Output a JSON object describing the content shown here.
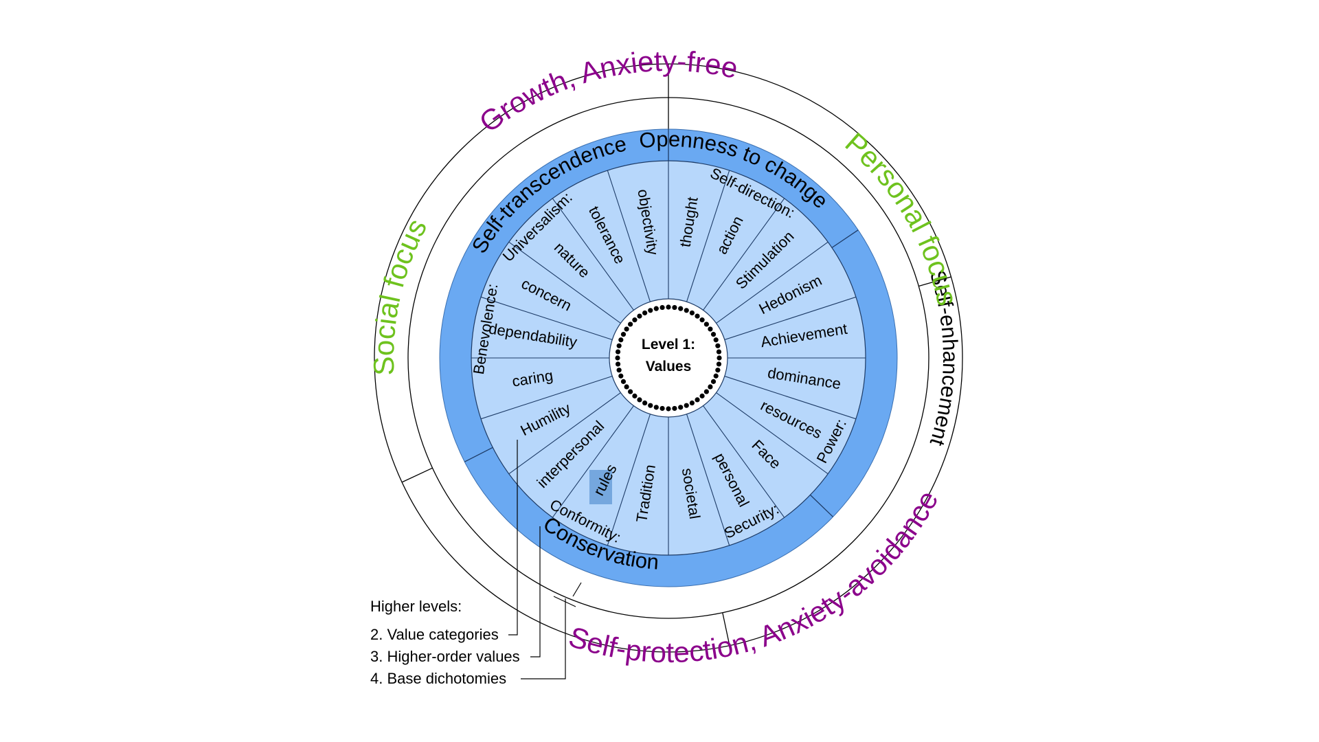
{
  "colors": {
    "dichotomy": "#8b008b",
    "focus": "#6ec21e",
    "category_ring": "#6aa9f2",
    "value_ring": "#b7d7fb",
    "center": "#ffffff",
    "highlight": "#6a9fd8"
  },
  "center": {
    "line1": "Level 1:",
    "line2": "Values"
  },
  "values": [
    {
      "label": "thought"
    },
    {
      "label": "action"
    },
    {
      "label": "Stimulation"
    },
    {
      "label": "Hedonism"
    },
    {
      "label": "Achievement"
    },
    {
      "label": "dominance"
    },
    {
      "label": "resources"
    },
    {
      "label": "Face"
    },
    {
      "label": "personal"
    },
    {
      "label": "societal"
    },
    {
      "label": "Tradition"
    },
    {
      "label": "rules"
    },
    {
      "label": "interpersonal"
    },
    {
      "label": "Humility"
    },
    {
      "label": "caring"
    },
    {
      "label": "dependability"
    },
    {
      "label": "concern"
    },
    {
      "label": "nature"
    },
    {
      "label": "tolerance"
    },
    {
      "label": "objectivity"
    }
  ],
  "group_labels": [
    {
      "label": "Self-direction:"
    },
    {
      "label": "Power:"
    },
    {
      "label": "Security:"
    },
    {
      "label": "Conformity:"
    },
    {
      "label": "Benevolence:"
    },
    {
      "label": "Universalism:"
    }
  ],
  "categories": [
    {
      "label": "Openness to change"
    },
    {
      "label": "Self-enhancement"
    },
    {
      "label": "Conservation"
    },
    {
      "label": "Self-transcendence"
    }
  ],
  "focus": [
    {
      "label": "Personal focus"
    },
    {
      "label": "Social focus"
    }
  ],
  "dichotomies": [
    {
      "label": "Growth, Anxiety-free"
    },
    {
      "label": "Self-protection, Anxiety-avoidance"
    }
  ],
  "legend": {
    "title": "Higher levels:",
    "items": [
      {
        "label": "2. Value categories"
      },
      {
        "label": "3. Higher-order values"
      },
      {
        "label": "4. Base dichotomies"
      }
    ]
  }
}
